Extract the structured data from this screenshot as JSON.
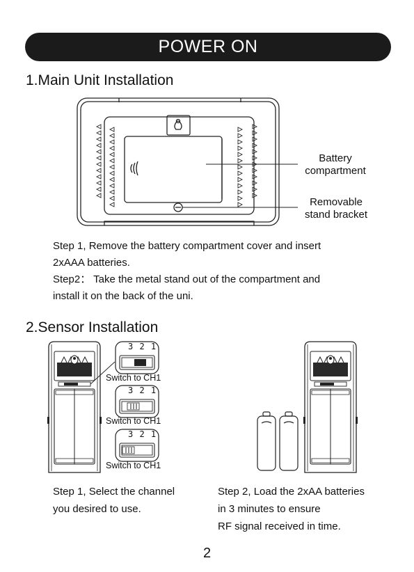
{
  "banner": {
    "title": "POWER ON"
  },
  "main_unit": {
    "heading": "1.Main Unit Installation",
    "callouts": {
      "battery_compartment": "Battery\ncompartment",
      "stand_bracket": "Removable\nstand bracket"
    },
    "steps": [
      "Step 1, Remove the battery compartment cover and insert",
      "2xAAA batteries.",
      "Step2： Take the metal stand out of the compartment and",
      "install it on the back of the uni."
    ]
  },
  "sensor": {
    "heading": "2.Sensor Installation",
    "switch_digits": "3 2 1",
    "switch_labels": [
      "Switch to CH1",
      "Switch to CH1",
      "Switch to CH1"
    ],
    "step1": [
      "Step 1, Select the channel",
      "you desired to use."
    ],
    "step2": [
      "Step 2, Load the 2xAA batteries",
      "in 3 minutes to ensure",
      "RF signal received in time."
    ]
  },
  "page_number": "2"
}
